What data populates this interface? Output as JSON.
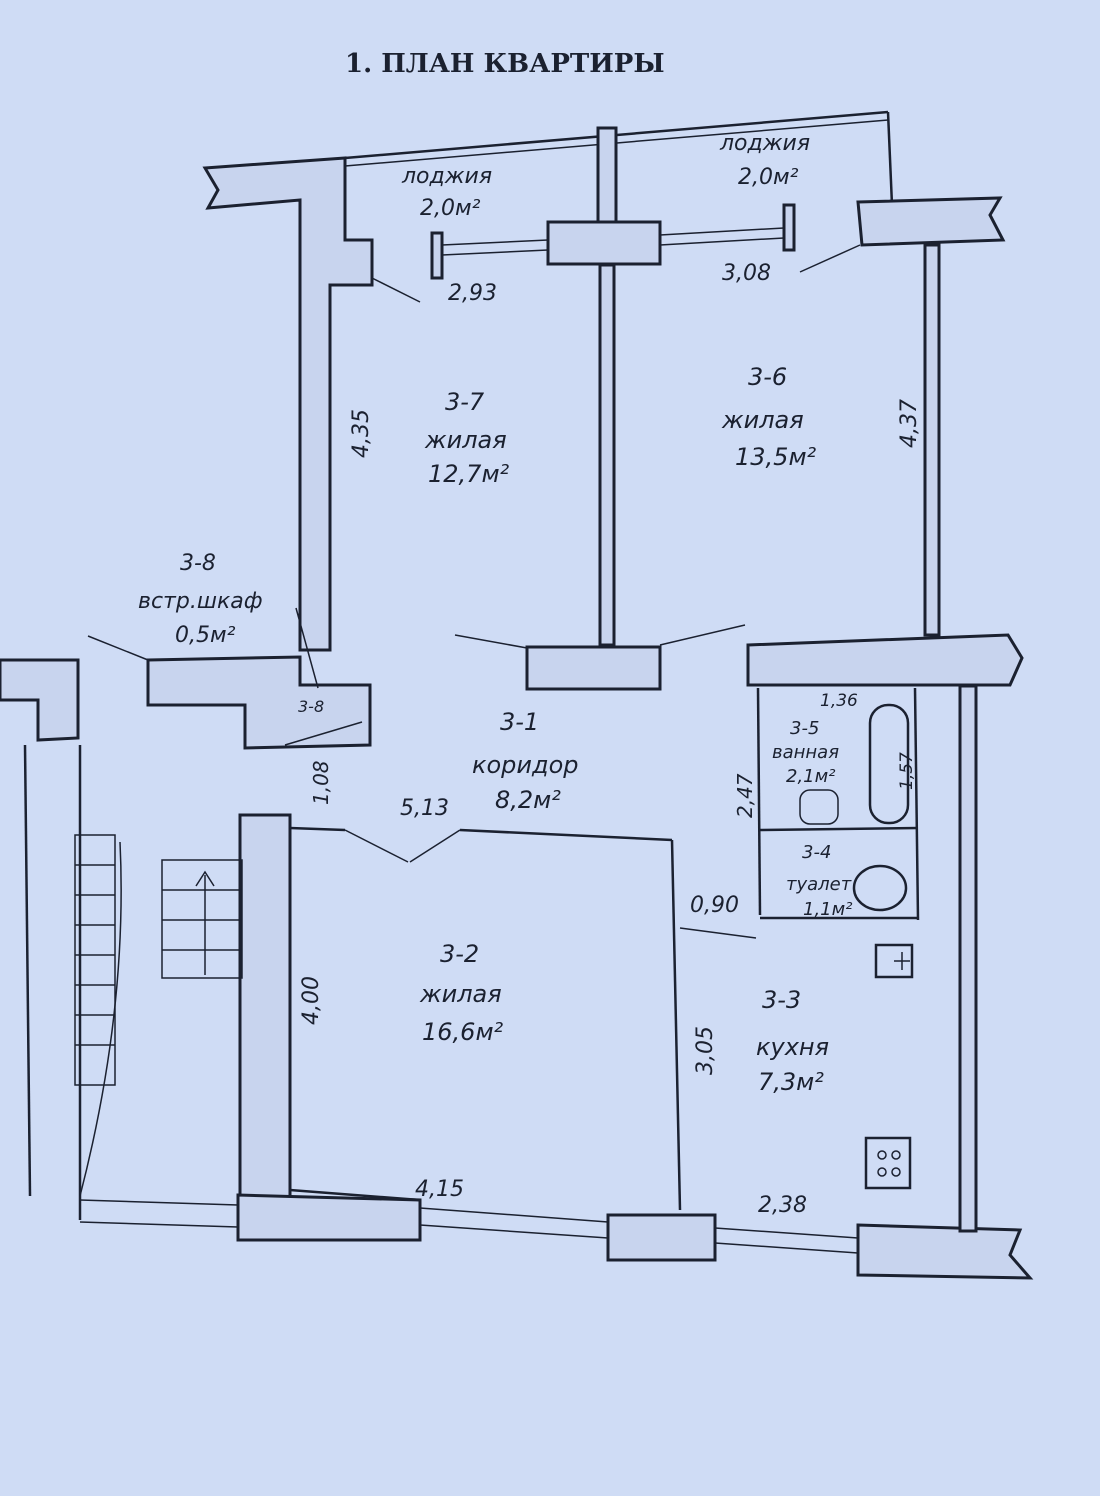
{
  "title": "1. ПЛАН КВАРТИРЫ",
  "rooms": [
    {
      "id": "3-7",
      "type": "жилая",
      "area": "12,7м²"
    },
    {
      "id": "3-6",
      "type": "жилая",
      "area": "13,5м²"
    },
    {
      "id": "3-8",
      "type": "встр.шкаф",
      "area": "0,5м²",
      "short_id": "3-8"
    },
    {
      "id": "3-1",
      "type": "коридор",
      "area": "8,2м²"
    },
    {
      "id": "3-5",
      "type": "ванная",
      "area": "2,1м²"
    },
    {
      "id": "3-4",
      "type": "туалет",
      "area": "1,1м²"
    },
    {
      "id": "3-2",
      "type": "жилая",
      "area": "16,6м²"
    },
    {
      "id": "3-3",
      "type": "кухня",
      "area": "7,3м²"
    }
  ],
  "loggias": [
    {
      "type": "лоджия",
      "area": "2,0м²"
    },
    {
      "type": "лоджия",
      "area": "2,0м²"
    }
  ],
  "dimensions": {
    "d293": "2,93",
    "d308": "3,08",
    "d435": "4,35",
    "d437": "4,37",
    "d136": "1,36",
    "d157": "1,57",
    "d247": "2,47",
    "d108": "1,08",
    "d513": "5,13",
    "d090": "0,90",
    "d400": "4,00",
    "d305": "3,05",
    "d415": "4,15",
    "d238": "2,38"
  }
}
